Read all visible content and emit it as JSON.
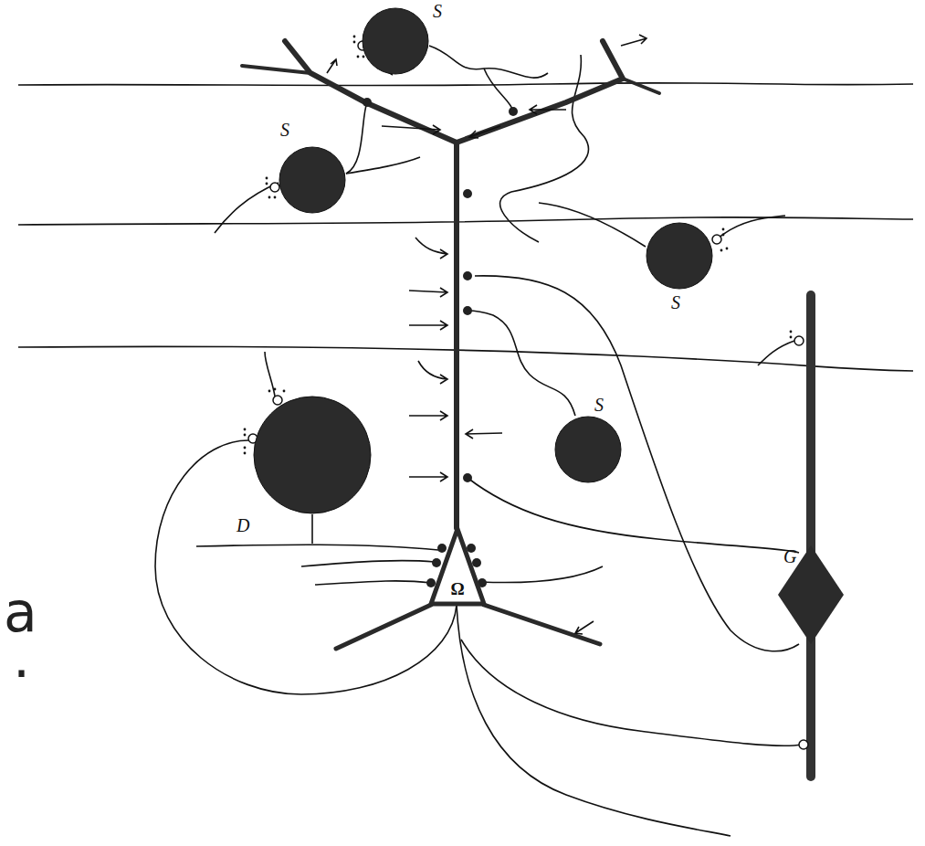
{
  "diagram": {
    "nodes": [
      {
        "text": [
          "S"
        ]
      },
      {
        "text": [
          "S"
        ]
      },
      {
        "text": [
          "S"
        ]
      },
      {
        "text": [
          "D"
        ]
      },
      {
        "text": [
          "S"
        ]
      },
      {
        "text": [
          "G"
        ]
      },
      {
        "text": [
          "Ω"
        ]
      }
    ],
    "labels": [
      "a",
      "."
    ]
  }
}
